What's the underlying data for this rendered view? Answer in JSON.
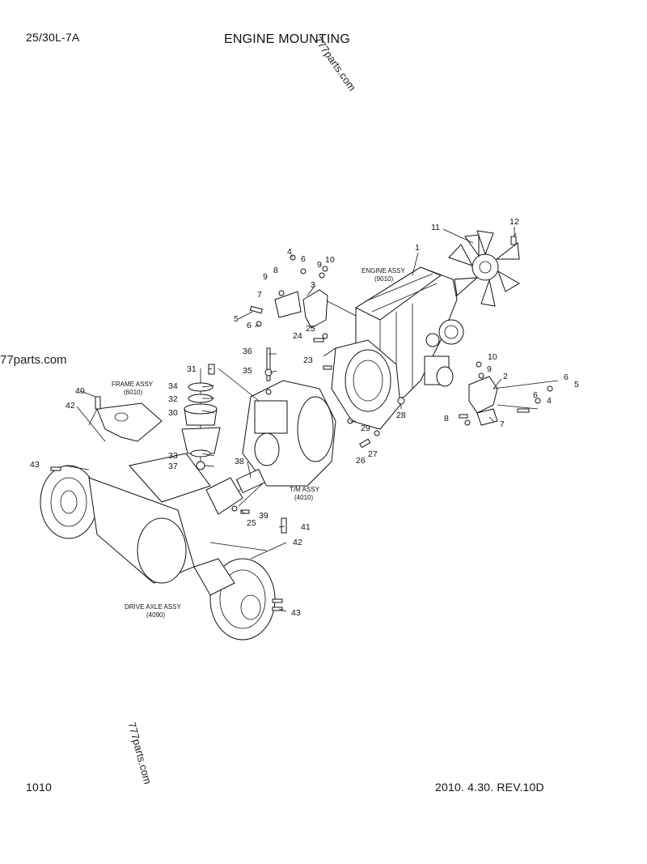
{
  "header": {
    "model": "25/30L-7A",
    "title": "ENGINE MOUNTING"
  },
  "footer": {
    "page_number": "1010",
    "revision": "2010. 4.30.  REV.10D"
  },
  "watermarks": {
    "top": "777parts.com",
    "left": "77parts.com",
    "bottom": "777parts.com"
  },
  "assemblies": {
    "engine": {
      "name": "ENGINE ASSY",
      "code": "(9010)"
    },
    "frame": {
      "name": "FRAME ASSY",
      "code": "(6010)"
    },
    "transmission": {
      "name": "T/M ASSY",
      "code": "(4010)"
    },
    "drive_axle": {
      "name": "DRIVE AXLE ASSY",
      "code": "(4090)"
    }
  },
  "callouts": [
    "1",
    "2",
    "3",
    "4",
    "4",
    "5",
    "5",
    "6",
    "6",
    "6",
    "6",
    "7",
    "7",
    "8",
    "8",
    "9",
    "9",
    "9",
    "10",
    "10",
    "11",
    "12",
    "23",
    "24",
    "25",
    "25",
    "26",
    "27",
    "28",
    "29",
    "30",
    "31",
    "32",
    "33",
    "34",
    "35",
    "36",
    "37",
    "38",
    "39",
    "40",
    "41",
    "42",
    "42",
    "43",
    "43"
  ]
}
